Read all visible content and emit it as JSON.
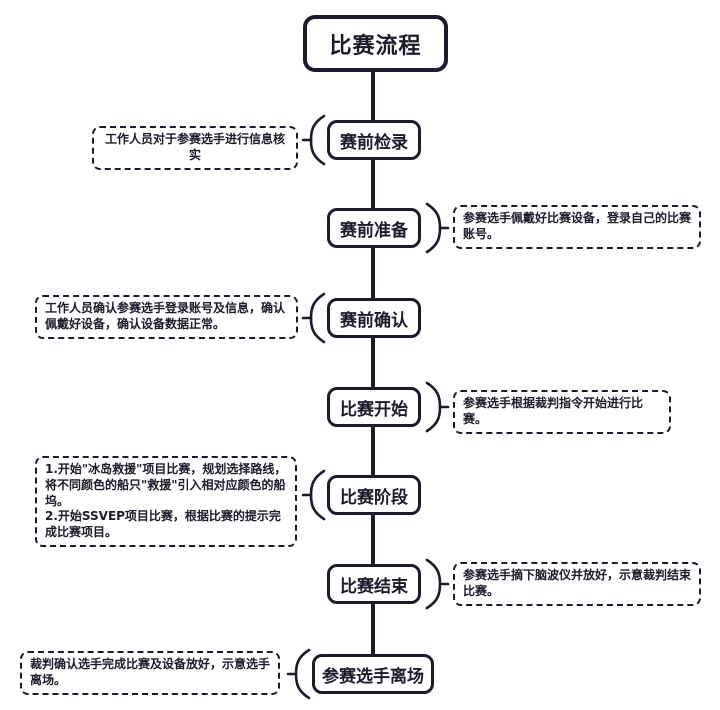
{
  "title": "比赛流程",
  "colors": {
    "ink": "#1b1b2b",
    "background": "#ffffff"
  },
  "flow": {
    "steps": [
      {
        "label": "赛前检录",
        "side": "left",
        "note": "工作人员对于参赛选手进行信息核实"
      },
      {
        "label": "赛前准备",
        "side": "right",
        "note": "参赛选手佩戴好比赛设备，登录自己的比赛账号。"
      },
      {
        "label": "赛前确认",
        "side": "left",
        "note": "工作人员确认参赛选手登录账号及信息，确认佩戴好设备，确认设备数据正常。"
      },
      {
        "label": "比赛开始",
        "side": "right",
        "note": "参赛选手根据裁判指令开始进行比赛。"
      },
      {
        "label": "比赛阶段",
        "side": "left",
        "note_lines": [
          "1.开始\"冰岛救援\"项目比赛，规划选择路线，将不同颜色的船只\"救援\"引入相对应颜色的船坞。",
          "2.开始SSVEP项目比赛，根据比赛的提示完成比赛项目。"
        ]
      },
      {
        "label": "比赛结束",
        "side": "right",
        "note": "参赛选手摘下脑波仪并放好，示意裁判结束比赛。"
      },
      {
        "label": "参赛选手离场",
        "side": "left",
        "note": "裁判确认选手完成比赛及设备放好，示意选手离场。"
      }
    ]
  }
}
